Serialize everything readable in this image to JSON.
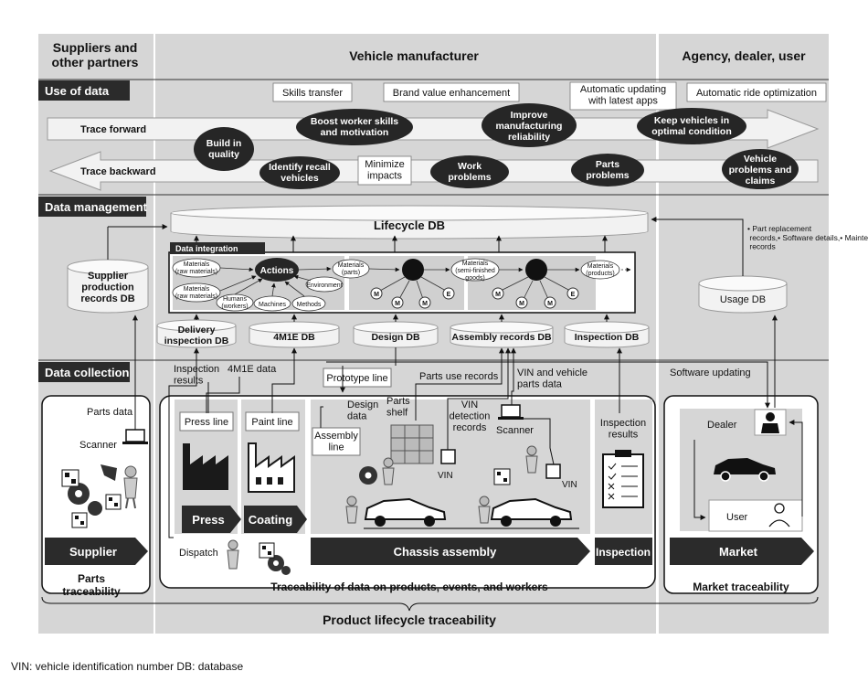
{
  "columns": {
    "suppliers": "Suppliers and\nother partners",
    "manufacturer": "Vehicle manufacturer",
    "agency": "Agency, dealer, user"
  },
  "sections": {
    "use": "Use of data",
    "management": "Data management",
    "collection": "Data collection"
  },
  "use_of_data": {
    "trace_forward": "Trace forward",
    "trace_backward": "Trace backward",
    "light_boxes": [
      "Skills transfer",
      "Brand value enhancement",
      "Automatic updating\nwith latest apps",
      "Automatic ride optimization",
      "Minimize\nimpacts"
    ],
    "dark_ovals": [
      "Boost worker skills\nand motivation",
      "Improve\nmanufacturing\nreliability",
      "Keep vehicles in\noptimal condition",
      "Build in\nquality",
      "Identify recall\nvehicles",
      "Work\nproblems",
      "Parts\nproblems",
      "Vehicle\nproblems and\nclaims"
    ]
  },
  "data_management": {
    "lifecycle_db": "Lifecycle DB",
    "data_integration": "Data integration",
    "actions": "Actions",
    "supplier_db": "Supplier\nproduction\nrecords DB",
    "usage_db": "Usage DB",
    "dbs": [
      "Delivery\ninspection DB",
      "4M1E DB",
      "Design DB",
      "Assembly records DB",
      "Inspection DB"
    ],
    "materials": [
      "Materials\n(raw materials)",
      "Materials\n(raw materials)",
      "Materials\n(parts)",
      "Materials\n(semi-finished\ngoods)",
      "Materials\n(products)"
    ],
    "factors": [
      "Humans\n(workers)",
      "Machines",
      "Methods",
      "Environment"
    ],
    "node_m": "M",
    "node_e": "E",
    "records_list": [
      "• Part replacement\n  records",
      "• Software details",
      "• Maintenance\n  records"
    ]
  },
  "data_collection": {
    "parts_data": "Parts data",
    "scanner": "Scanner",
    "inspection_results": "Inspection\nresults",
    "data_4m1e": "4M1E data",
    "prototype_line": "Prototype line",
    "parts_use_records": "Parts use records",
    "vin_parts_data": "VIN and vehicle\nparts data",
    "software_updating": "Software updating",
    "press_line": "Press line",
    "paint_line": "Paint line",
    "design_data": "Design\ndata",
    "parts_shelf": "Parts\nshelf",
    "assembly_line": "Assembly\nline",
    "vin_detection": "VIN\ndetection\nrecords",
    "vin": "VIN",
    "dealer": "Dealer",
    "user": "User",
    "dispatch": "Dispatch",
    "stages": {
      "press": "Press",
      "coating": "Coating",
      "supplier": "Supplier",
      "chassis": "Chassis assembly",
      "inspection": "Inspection",
      "market": "Market"
    },
    "parts_traceability": "Parts\ntraceability",
    "data_traceability": "Traceability of data on products, events, and workers",
    "market_traceability": "Market traceability"
  },
  "product_lifecycle": "Product lifecycle traceability",
  "footnote": "VIN: vehicle identification number   DB: database"
}
